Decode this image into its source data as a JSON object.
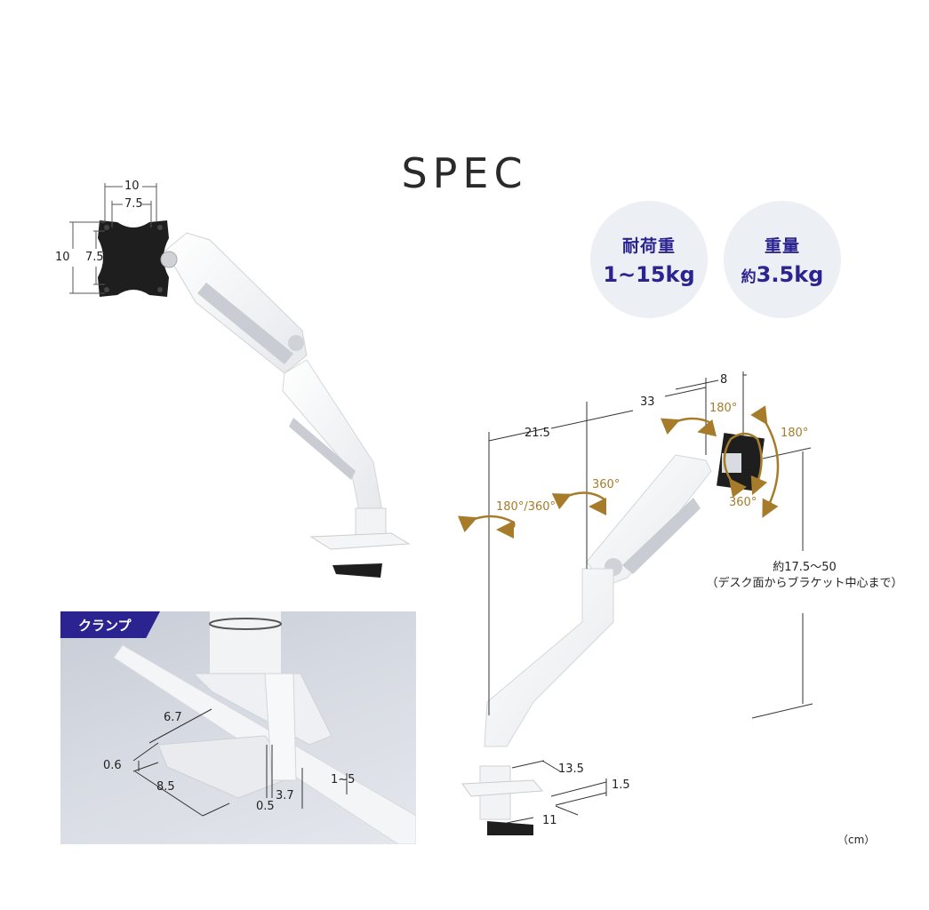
{
  "title": "SPEC",
  "badges": [
    {
      "label": "耐荷重",
      "value": "1~15kg"
    },
    {
      "label": "重量",
      "value_prefix": "約",
      "value": "3.5kg"
    }
  ],
  "vesa_plate": {
    "horizontal_outer": "10",
    "horizontal_inner": "7.5",
    "vertical_outer": "10",
    "vertical_inner": "7.5"
  },
  "arm_dimensions": {
    "reach_1": "21.5",
    "reach_2": "33",
    "head_offset": "8",
    "rotation_base": "180°/360°",
    "rotation_mid": "360°",
    "rotation_head_swivel": "180°",
    "rotation_tilt": "180°",
    "rotation_screen": "360°",
    "height_range": "約17.5〜50",
    "height_note": "（デスク面からブラケット中心まで）",
    "clamp_depth": "13.5",
    "clamp_plate_thickness": "1.5",
    "clamp_width": "11"
  },
  "clamp": {
    "badge": "クランプ",
    "dims": {
      "top_depth": "6.7",
      "pad_thickness": "0.6",
      "pad_depth": "8.5",
      "gap": "0.5",
      "throat": "3.7",
      "desk_thickness": "1~5"
    }
  },
  "unit": "（cm）",
  "colors": {
    "accent_navy": "#2b2490",
    "rotation_gold": "#a67c2a",
    "bubble_bg": "#eceff3",
    "text": "#222222"
  }
}
